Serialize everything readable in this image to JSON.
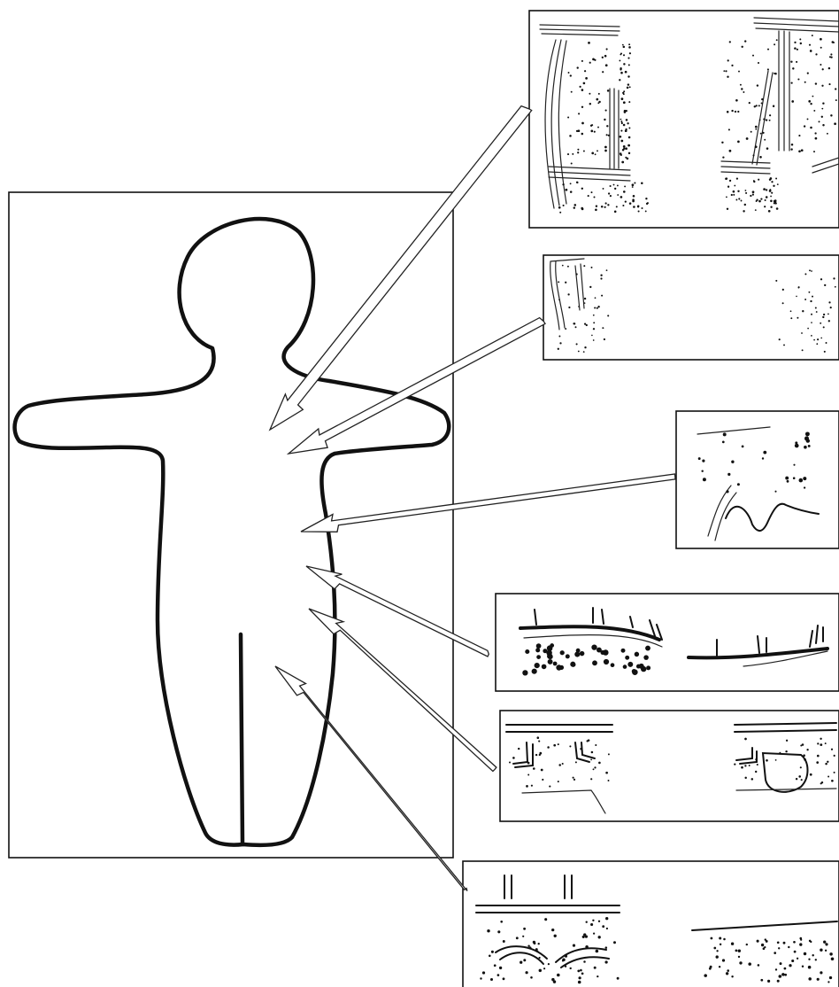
{
  "figure": {
    "stroke_color": "#111111",
    "background": "#ffffff",
    "panels": [
      {
        "id": "panel-1",
        "motif": "stippled-columns-with-bands"
      },
      {
        "id": "panel-2",
        "motif": "sparse-stippling"
      },
      {
        "id": "panel-3",
        "motif": "dots-with-v-line"
      },
      {
        "id": "panel-4",
        "motif": "thick-line-with-dots"
      },
      {
        "id": "panel-5",
        "motif": "banded-dotted-with-loop"
      },
      {
        "id": "panel-6",
        "motif": "banded-dense-dots"
      }
    ]
  }
}
